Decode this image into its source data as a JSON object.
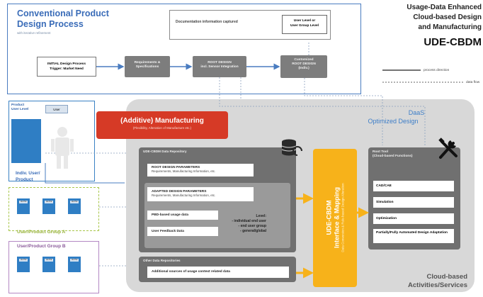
{
  "title": {
    "line1": "Usage-Data Enhanced",
    "line2": "Cloud-based Design",
    "line3": "and Manufacturing",
    "acronym": "UDE-CBDM"
  },
  "legend": {
    "process": "process direction",
    "data": "data flow"
  },
  "conventional": {
    "title_line1": "Conventional Product",
    "title_line2": "Design Process",
    "subtitle": "with iterative refinement",
    "documentation": "Documentation information captured",
    "user_level_line1": "User Level or",
    "user_level_line2": "User Group Level",
    "initial_line1": "INITIAL Design Process",
    "initial_line2": "Trigger: Market Need",
    "requirements_line1": "Requirements &",
    "requirements_line2": "Specifications",
    "root_design_line1": "ROOT DESIGN",
    "root_design_line2": "incl. Sensor Integration",
    "customized_line1": "Customized",
    "customized_line2": "ROOT DESIGN",
    "customized_line3": "(Indiv.)"
  },
  "users": {
    "product_user_level_line1": "Product",
    "product_user_level_line2": "User Level",
    "user_tag": "User",
    "individual_line1": "Indiv. User/",
    "individual_line2": "Product",
    "group_a": "User/Product Group A",
    "group_b": "User/Product Group B",
    "mini_tag": "Usr Prd"
  },
  "cloud": {
    "daas": "DaaS",
    "optimized": "Optimized Design",
    "label_line1": "Cloud-based",
    "label_line2": "Activities/Services"
  },
  "manufacturing": {
    "title": "(Additive) Manufacturing",
    "subtitle": "(Flexibility, Alteration of Manufacture etc.)"
  },
  "repository": {
    "title": "UDE-CBDM Data Repository",
    "root_params": "ROOT DESIGN PARAMETERS",
    "root_params_sub": "Requirements, Manufacturing Information, etc.",
    "adapted_params": "ADAPTED DESIGN PARAMETERS",
    "adapted_params_sub": "Requirements, Manufacturing Information, etc.",
    "product_usage": "PBD-based usage data",
    "user_feedback": "User Feedback Data",
    "uemo_line1": "Level:",
    "uemo_line2": "- individual end user",
    "uemo_line3": "- end user group",
    "uemo_line4": "- general/global"
  },
  "other_repo": {
    "title": "Other Data Repositories",
    "content": "Additional sources of usage context related data"
  },
  "interface": {
    "line1": "UDE-CBDM",
    "line2": "Interface & Mapping",
    "sub": "Data Conversion & Rule-based Design Alteration"
  },
  "tools": {
    "title_line1": "Root Tool",
    "title_line2": "(Cloud-based Functions)",
    "items": [
      "CAD/CAE",
      "Simulation",
      "Optimization",
      "Partially/Fully Automated Design Adaptation"
    ]
  },
  "colors": {
    "blue_frame": "#4a7cc0",
    "manufacturing_red": "#d63a26",
    "interface_orange": "#f7b21a",
    "group_a_green": "#a8c64a",
    "group_b_purple": "#b488c4",
    "cloud_grey": "#d8d8d8"
  },
  "icons": [
    "database-icon",
    "tools-icon",
    "person-icon"
  ]
}
